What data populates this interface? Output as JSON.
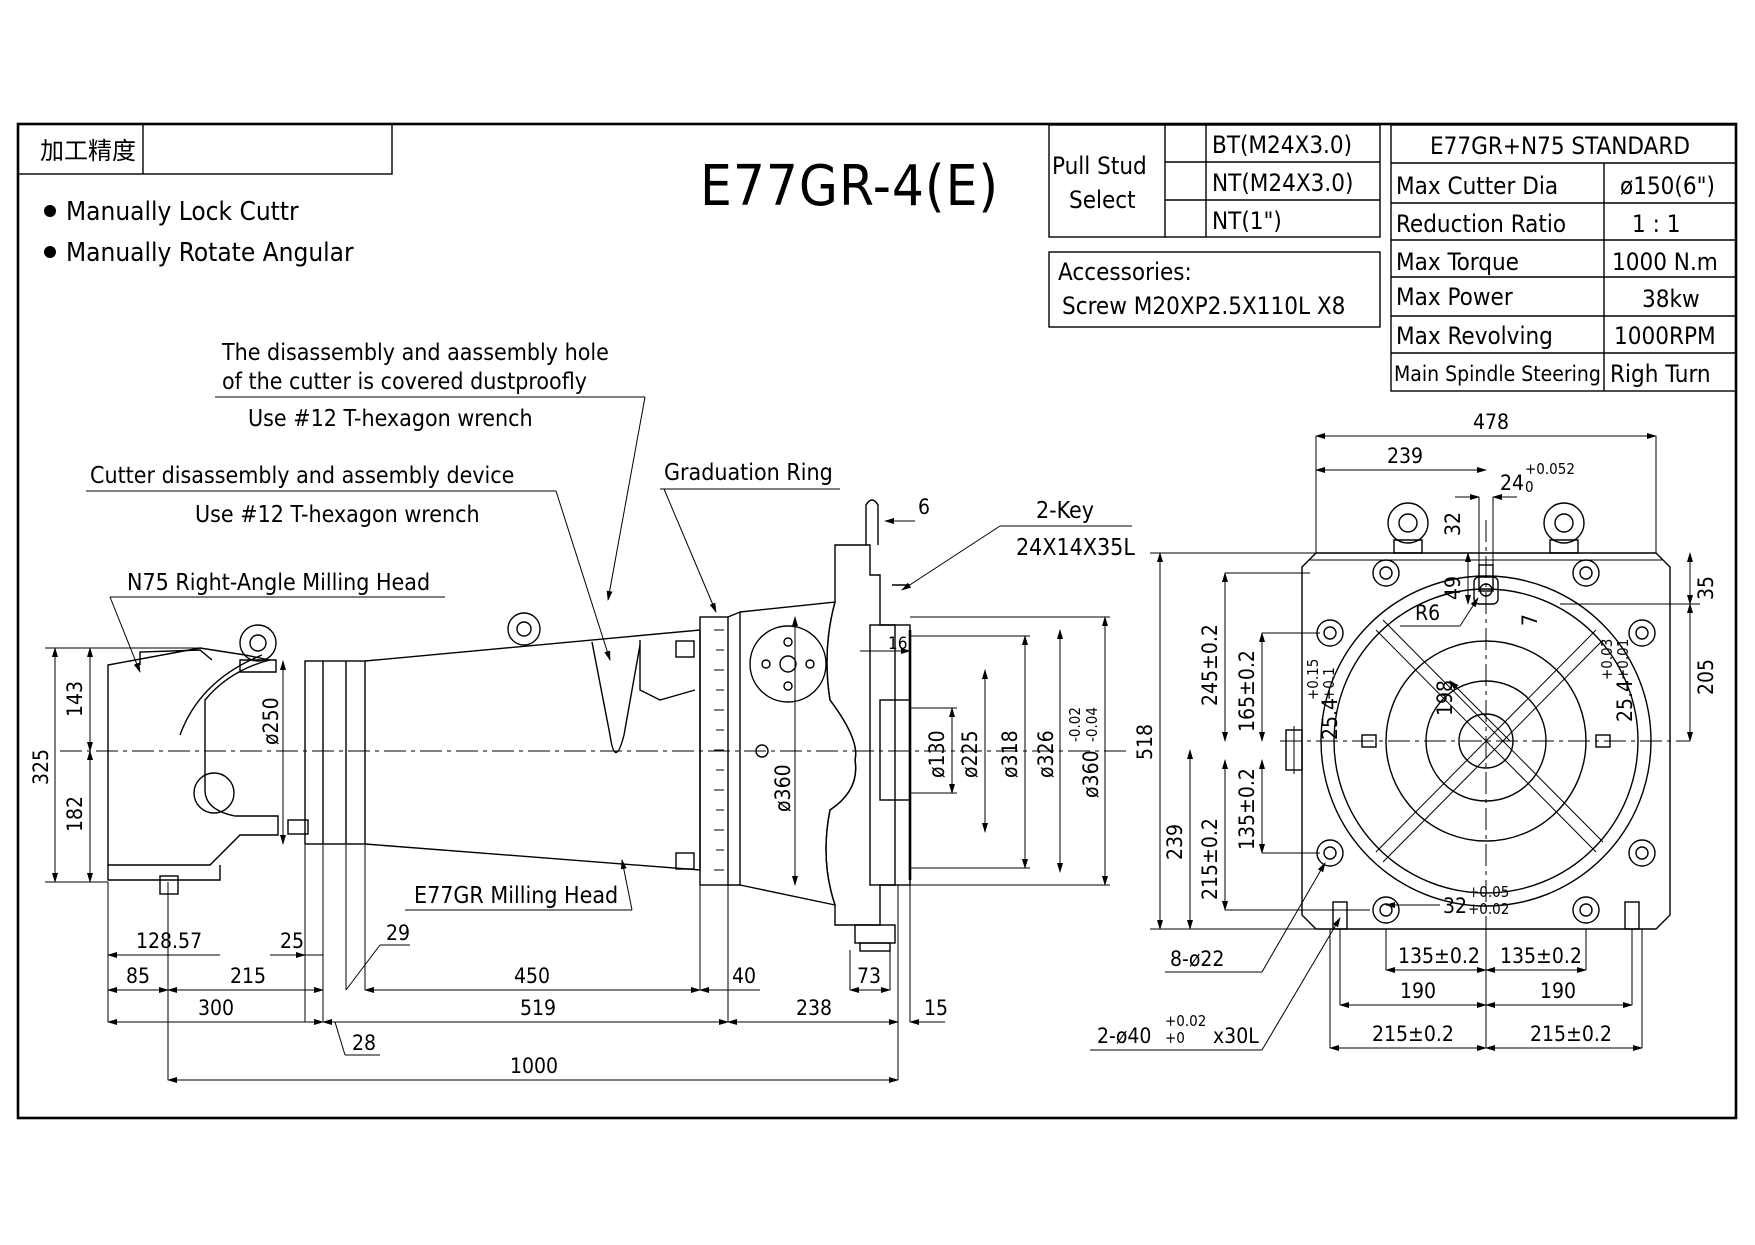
{
  "drawing": {
    "stamp_label": "加工精度",
    "title": "E77GR-4(E)",
    "features": [
      "Manually Lock Cuttr",
      "Manually Rotate Angular"
    ]
  },
  "pull_stud": {
    "label_line1": "Pull Stud",
    "label_line2": "Select",
    "options": [
      "BT(M24X3.0)",
      "NT(M24X3.0)",
      "NT(1\")"
    ]
  },
  "accessories": {
    "label": "Accessories:",
    "value": "Screw M20XP2.5X110L X8"
  },
  "spec_table": {
    "title": "E77GR+N75 STANDARD",
    "rows": [
      {
        "label": "Max Cutter Dia",
        "value": "ø150(6\")"
      },
      {
        "label": "Reduction Ratio",
        "value": "1 : 1"
      },
      {
        "label": "Max Torque",
        "value": "1000 N.m"
      },
      {
        "label": "Max Power",
        "value": "38kw"
      },
      {
        "label": "Max Revolving",
        "value": "1000RPM"
      },
      {
        "label": "Main Spindle Steering",
        "value": "Righ Turn"
      }
    ]
  },
  "callouts": {
    "dust_line1": "The disassembly and aassembly hole",
    "dust_line2": "of the cutter is covered dustproofly",
    "dust_tool": "Use #12 T-hexagon wrench",
    "device": "Cutter disassembly and assembly device",
    "device_tool": "Use #12 T-hexagon wrench",
    "graduation_ring": "Graduation Ring",
    "key_line1": "2-Key",
    "key_line2": "24X14X35L",
    "n75": "N75 Right-Angle Milling Head",
    "e77gr": "E77GR Milling Head",
    "r6": "R6",
    "holes_8": "8-ø22",
    "holes_2": "2-ø40",
    "holes_2_tol_upper": "+0.02",
    "holes_2_tol_lower": "+0",
    "holes_2_depth": "x30L"
  },
  "side_dims": {
    "d6": "6",
    "d16": "16",
    "d143": "143",
    "d325": "325",
    "d182": "182",
    "d250": "ø250",
    "d360": "ø360",
    "d130": "ø130",
    "d225": "ø225",
    "d318": "ø318",
    "d326": "ø326",
    "d360b": "ø360",
    "d360b_tol_upper": "-0.02",
    "d360b_tol_lower": "-0.04",
    "d128": "128.57",
    "d25": "25",
    "d29": "29",
    "d85": "85",
    "d215": "215",
    "d450": "450",
    "d40": "40",
    "d73": "73",
    "d300": "300",
    "d519": "519",
    "d238": "238",
    "d15": "15",
    "d28": "28",
    "d1000": "1000"
  },
  "front_dims": {
    "d478": "478",
    "d239": "239",
    "d24": "24",
    "d24_tol_upper": "+0.052",
    "d24_tol_lower": "0",
    "d32": "32",
    "d49": "49",
    "d7": "7",
    "d35": "35",
    "d205": "205",
    "d198": "198",
    "d518": "518",
    "d239v": "239",
    "d245": "245±0.2",
    "d165": "165±0.2",
    "d135v": "135±0.2",
    "d215v": "215±0.2",
    "d25a": "25.4",
    "d25a_tol_upper": "+0.15",
    "d25a_tol_lower": "+0.1",
    "d25b": "25.4",
    "d25b_tol_upper": "+0.03",
    "d25b_tol_lower": "+0.01",
    "d32b": "32",
    "d32b_tol_upper": "+0.05",
    "d32b_tol_lower": "+0.02",
    "d135l": "135±0.2",
    "d135r": "135±0.2",
    "d190l": "190",
    "d190r": "190",
    "d215l": "215±0.2",
    "d215r": "215±0.2"
  }
}
